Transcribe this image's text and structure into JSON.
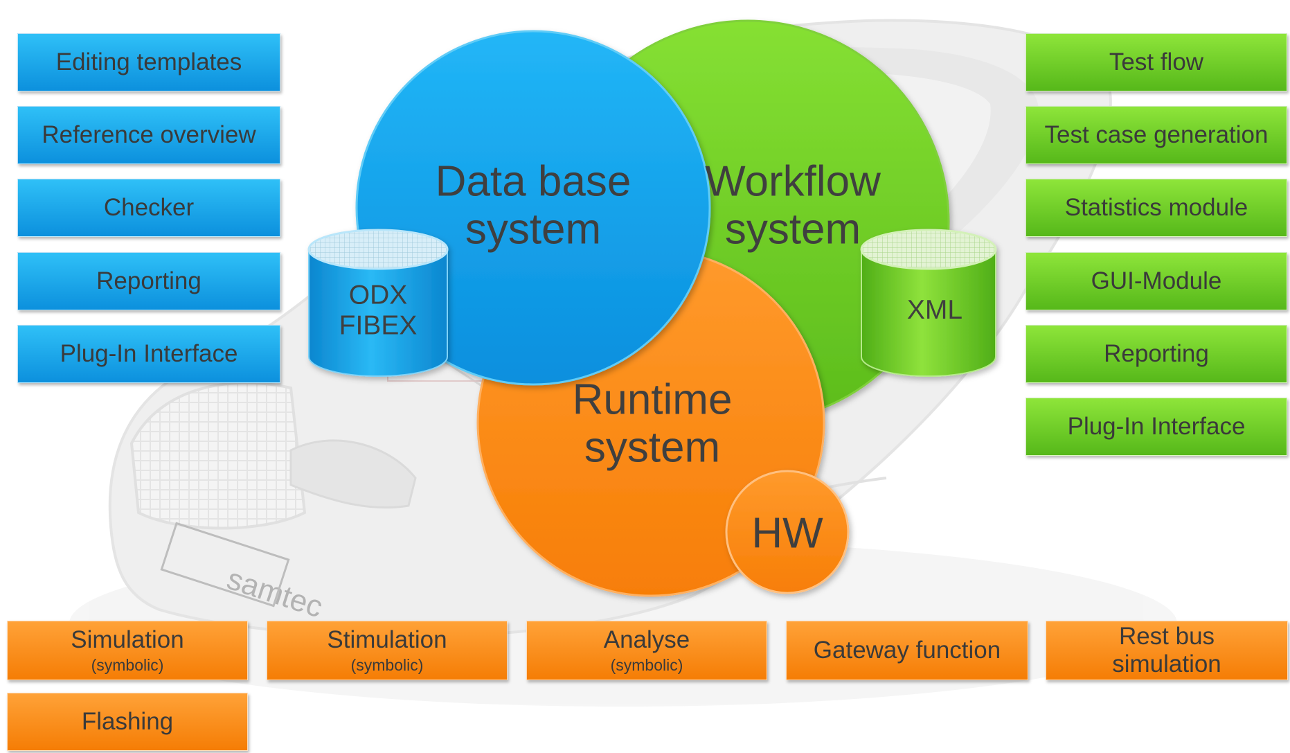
{
  "colors": {
    "database": "#0ba4ef",
    "workflow": "#6fcf24",
    "runtime": "#ff8a14",
    "text": "#3f3f3f"
  },
  "left_modules": [
    "Editing templates",
    "Reference overview",
    "Checker",
    "Reporting",
    "Plug-In Interface"
  ],
  "right_modules": [
    "Test flow",
    "Test case generation",
    "Statistics module",
    "GUI-Module",
    "Reporting",
    "Plug-In Interface"
  ],
  "bottom_modules": [
    {
      "label": "Simulation",
      "sub": "(symbolic)"
    },
    {
      "label": "Stimulation",
      "sub": "(symbolic)"
    },
    {
      "label": "Analyse",
      "sub": "(symbolic)"
    },
    {
      "label": "Gateway function",
      "sub": ""
    },
    {
      "label": "Rest bus simulation",
      "sub": ""
    },
    {
      "label": "Flashing",
      "sub": ""
    }
  ],
  "bubbles": {
    "database": {
      "line1": "Data base",
      "line2": "system"
    },
    "workflow": {
      "line1": "Workflow",
      "line2": "system"
    },
    "runtime": {
      "line1": "Runtime",
      "line2": "system"
    },
    "hw": "HW"
  },
  "cylinders": {
    "database": {
      "line1": "ODX",
      "line2": "FIBEX"
    },
    "workflow": "XML"
  },
  "car_badge": "samtec"
}
